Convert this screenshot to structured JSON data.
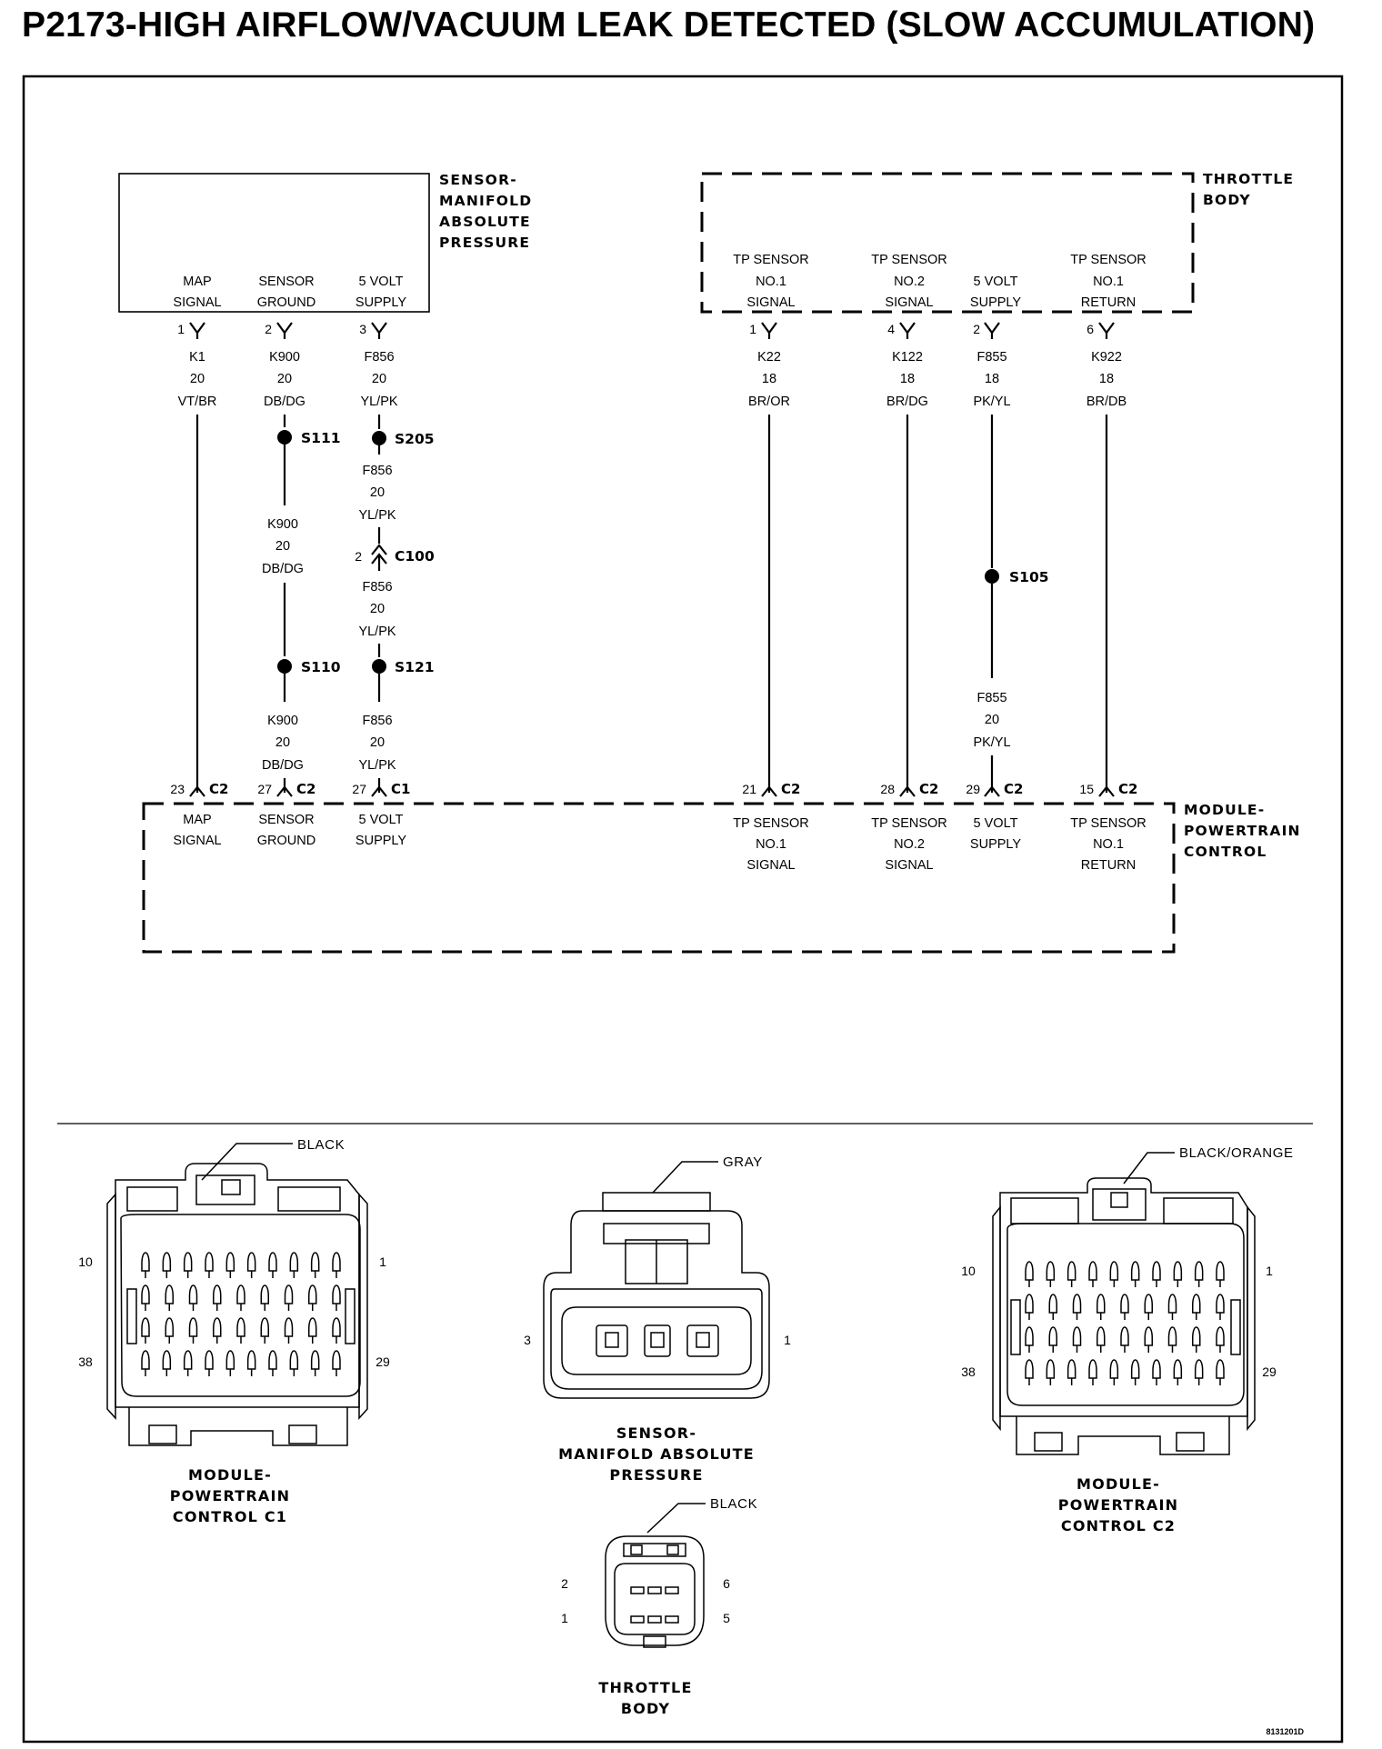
{
  "title": "P2173-HIGH AIRFLOW/VACUUM LEAK DETECTED (SLOW ACCUMULATION)",
  "components": {
    "map_sensor": {
      "name_lines": [
        "SENSOR-",
        "MANIFOLD",
        "ABSOLUTE",
        "PRESSURE"
      ]
    },
    "throttle_body": {
      "name_lines": [
        "THROTTLE",
        "BODY"
      ]
    },
    "pcm": {
      "name_lines": [
        "MODULE-",
        "POWERTRAIN",
        "CONTROL"
      ]
    }
  },
  "circuits": [
    {
      "id": "map-signal",
      "source_function": [
        "MAP",
        "SIGNAL"
      ],
      "source_pin": "1",
      "wire": [
        "K1",
        "20",
        "VT/BR"
      ],
      "segments": [],
      "dest_pin": "23",
      "dest_connector": "C2",
      "dest_function": [
        "MAP",
        "SIGNAL"
      ]
    },
    {
      "id": "map-sensor-ground",
      "source_function": [
        "SENSOR",
        "GROUND"
      ],
      "source_pin": "2",
      "wire": [
        "K900",
        "20",
        "DB/DG"
      ],
      "segments": [
        {
          "type": "splice",
          "label": "S111"
        },
        {
          "type": "wire",
          "lines": [
            "K900",
            "20",
            "DB/DG"
          ]
        },
        {
          "type": "splice",
          "label": "S110"
        },
        {
          "type": "wire",
          "lines": [
            "K900",
            "20",
            "DB/DG"
          ]
        }
      ],
      "dest_pin": "27",
      "dest_connector": "C2",
      "dest_function": [
        "SENSOR",
        "GROUND"
      ]
    },
    {
      "id": "map-5v-supply",
      "source_function": [
        "5 VOLT",
        "SUPPLY"
      ],
      "source_pin": "3",
      "wire": [
        "F856",
        "20",
        "YL/PK"
      ],
      "segments": [
        {
          "type": "splice",
          "label": "S205"
        },
        {
          "type": "wire",
          "lines": [
            "F856",
            "20",
            "YL/PK"
          ]
        },
        {
          "type": "inline",
          "pin": "2",
          "label": "C100"
        },
        {
          "type": "wire",
          "lines": [
            "F856",
            "20",
            "YL/PK"
          ]
        },
        {
          "type": "splice",
          "label": "S121"
        },
        {
          "type": "wire",
          "lines": [
            "F856",
            "20",
            "YL/PK"
          ]
        }
      ],
      "dest_pin": "27",
      "dest_connector": "C1",
      "dest_function": [
        "5 VOLT",
        "SUPPLY"
      ]
    },
    {
      "id": "tp1-signal",
      "source_function": [
        "TP SENSOR",
        "NO.1",
        "SIGNAL"
      ],
      "source_pin": "1",
      "wire": [
        "K22",
        "18",
        "BR/OR"
      ],
      "segments": [],
      "dest_pin": "21",
      "dest_connector": "C2",
      "dest_function": [
        "TP SENSOR",
        "NO.1",
        "SIGNAL"
      ]
    },
    {
      "id": "tp2-signal",
      "source_function": [
        "TP SENSOR",
        "NO.2",
        "SIGNAL"
      ],
      "source_pin": "4",
      "wire": [
        "K122",
        "18",
        "BR/DG"
      ],
      "segments": [],
      "dest_pin": "28",
      "dest_connector": "C2",
      "dest_function": [
        "TP SENSOR",
        "NO.2",
        "SIGNAL"
      ]
    },
    {
      "id": "tb-5v-supply",
      "source_function": [
        "5 VOLT",
        "SUPPLY"
      ],
      "source_pin": "2",
      "wire": [
        "F855",
        "18",
        "PK/YL"
      ],
      "segments": [
        {
          "type": "splice",
          "label": "S105"
        },
        {
          "type": "wire",
          "lines": [
            "F855",
            "20",
            "PK/YL"
          ]
        }
      ],
      "dest_pin": "29",
      "dest_connector": "C2",
      "dest_function": [
        "5 VOLT",
        "SUPPLY"
      ]
    },
    {
      "id": "tp1-return",
      "source_function": [
        "TP SENSOR",
        "NO.1",
        "RETURN"
      ],
      "source_pin": "6",
      "wire": [
        "K922",
        "18",
        "BR/DB"
      ],
      "segments": [],
      "dest_pin": "15",
      "dest_connector": "C2",
      "dest_function": [
        "TP SENSOR",
        "NO.1",
        "RETURN"
      ]
    }
  ],
  "connector_views": [
    {
      "id": "pcm-c1",
      "color": "BLACK",
      "caption_lines": [
        "MODULE-",
        "POWERTRAIN",
        "CONTROL C1"
      ],
      "pins": [
        "10",
        "1",
        "38",
        "29"
      ]
    },
    {
      "id": "map-conn",
      "color": "GRAY",
      "caption_lines": [
        "SENSOR-",
        "MANIFOLD ABSOLUTE",
        "PRESSURE"
      ],
      "pins": [
        "3",
        "1"
      ]
    },
    {
      "id": "pcm-c2",
      "color": "BLACK/ORANGE",
      "caption_lines": [
        "MODULE-",
        "POWERTRAIN",
        "CONTROL C2"
      ],
      "pins": [
        "10",
        "1",
        "38",
        "29"
      ]
    },
    {
      "id": "tb-conn",
      "color": "BLACK",
      "caption_lines": [
        "THROTTLE",
        "BODY"
      ],
      "pins": [
        "2",
        "6",
        "1",
        "5"
      ]
    }
  ],
  "figure_number": "8131201D"
}
